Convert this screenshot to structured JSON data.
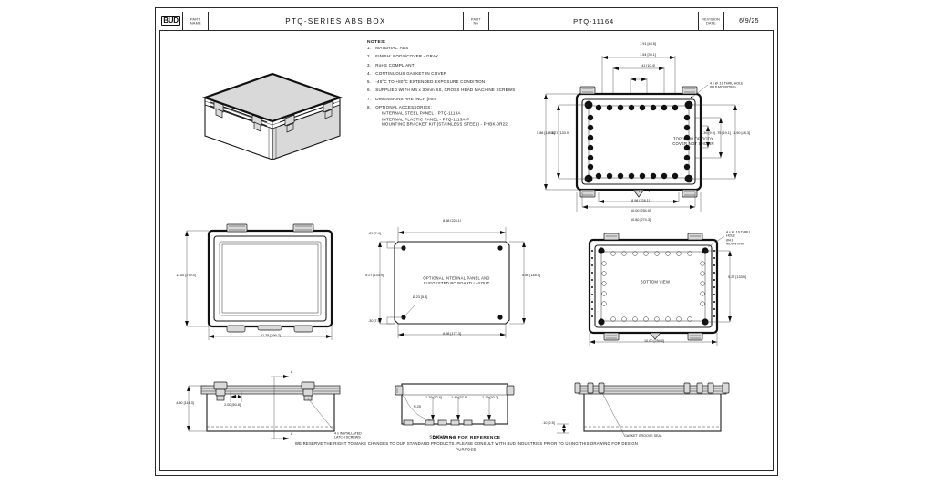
{
  "sheet": {
    "background_color": "#ffffff",
    "line_color": "#1a1a1a"
  },
  "titleblock": {
    "logo": "BUD",
    "part_name_label": "PART\nNAME",
    "title": "PTQ-SERIES ABS BOX",
    "part_no_label": "PART\nNo",
    "part_number": "PTQ-11164",
    "revision_label": "REVISION\nDATE",
    "revision_date": "6/9/25"
  },
  "notes": {
    "heading": "NOTES:",
    "items": [
      {
        "num": "1.",
        "text": "MATERIAL: ABS"
      },
      {
        "num": "2.",
        "text": "FINISH: BODY/COVER - GRAY"
      },
      {
        "num": "3.",
        "text": "RoHS COMPLIANT"
      },
      {
        "num": "4.",
        "text": "CONTINUOUS GASKET IN COVER"
      },
      {
        "num": "5.",
        "text": "-40°C TO +80°C EXTENDED EXPOSURE CONDITION"
      },
      {
        "num": "6.",
        "text": "SUPPLIED WITH M4 x 30mm SS, CROSS HEAD MACHINE SCREWS"
      },
      {
        "num": "7.",
        "text": "DIMENSIONS ARE INCH [mm]"
      },
      {
        "num": "8.",
        "text": "OPTIONAL ACCESSORIES:",
        "sub": [
          "INTERNAL STEEL PANEL - PTQ-1113A",
          "INTERNAL PLASTIC PANEL - PTQ-1113A-P",
          "MOUNTING BRACKET KIT (STAINLESS STEEL) - PHBK-0R22"
        ]
      }
    ]
  },
  "views": {
    "isometric": {
      "name": "isometric-view"
    },
    "top_body": {
      "label": "TOP VIEW OF BODY\nCOVER NOT SHOWN",
      "leader": "4 x Ø .19 THRU HOLE\nØ4.8 MOUNTING",
      "dims": {
        "top_a": "1.91\n[48.5]",
        "top_b": "1.54\n[39.1]",
        "top_c": ".41\n[10.4]",
        "left_a": "5.86\n[148.8]",
        "left_b": "5.27\n[133.9]",
        "right_a": ".39\n[9.9]",
        "right_b": ".75\n[19.1]",
        "right_c": "1.90\n[48.3]",
        "bot_a": "6.49\n[164.8]",
        "bot_b": "8.98\n[228.1]",
        "bot_c": "10.00\n[254.0]",
        "bot_d": "10.80\n[274.3]"
      }
    },
    "top_assembly": {
      "dims": {
        "height": "11.00\n[279.4]",
        "width": "11.78\n[299.2]"
      }
    },
    "panel": {
      "label": "OPTIONAL INTERNAL PANEL AND\nSUGGESTED PC BOARD LAYOUT",
      "dims": {
        "top": "8.98\n[228.1]",
        "left_a": ".29\n[7.4]",
        "left_b": "5.27\n[133.9]",
        "left_c": ".30\n[7.6]",
        "right": "5.86\n[148.8]",
        "bottom": "6.98\n[177.3]",
        "hole": "Ø.23\n[5.8]"
      }
    },
    "bottom": {
      "label": "BOTTOM VIEW",
      "leader": "4 x Ø .19 THRU HOLE\nØ4.8 MOUNTING",
      "dims": {
        "right": "5.27\n[133.9]",
        "bottom": "10.00\n[254.0]"
      }
    },
    "front_section": {
      "dims": {
        "left": "4.50\n[114.3]",
        "inner": "2.00\n[50.8]"
      },
      "leader": "4 x INSTALLATED\nLATCH SCREWS",
      "section_arrow": "A"
    },
    "section_aa": {
      "label": "SECTION A-A",
      "dims": {
        "d1": "1.29\n[32.8]",
        "d2": "1.49\n[37.8]",
        "d3": "1.19\n[30.2]",
        "radius": "R.25"
      }
    },
    "side": {
      "leader": "GASKET GROOVE SEAL",
      "dims": {
        "left": ".10\n[2.5]"
      }
    }
  },
  "disclaimer": {
    "title": "DRAWING FOR REFERENCE",
    "body": "WE RESERVE THE RIGHT TO MAKE CHANGES TO OUR STANDARD PRODUCTS. PLEASE CONSULT WITH BUD INDUSTRIES PRIOR TO USING THIS DRAWING FOR DESIGN PURPOSE."
  }
}
